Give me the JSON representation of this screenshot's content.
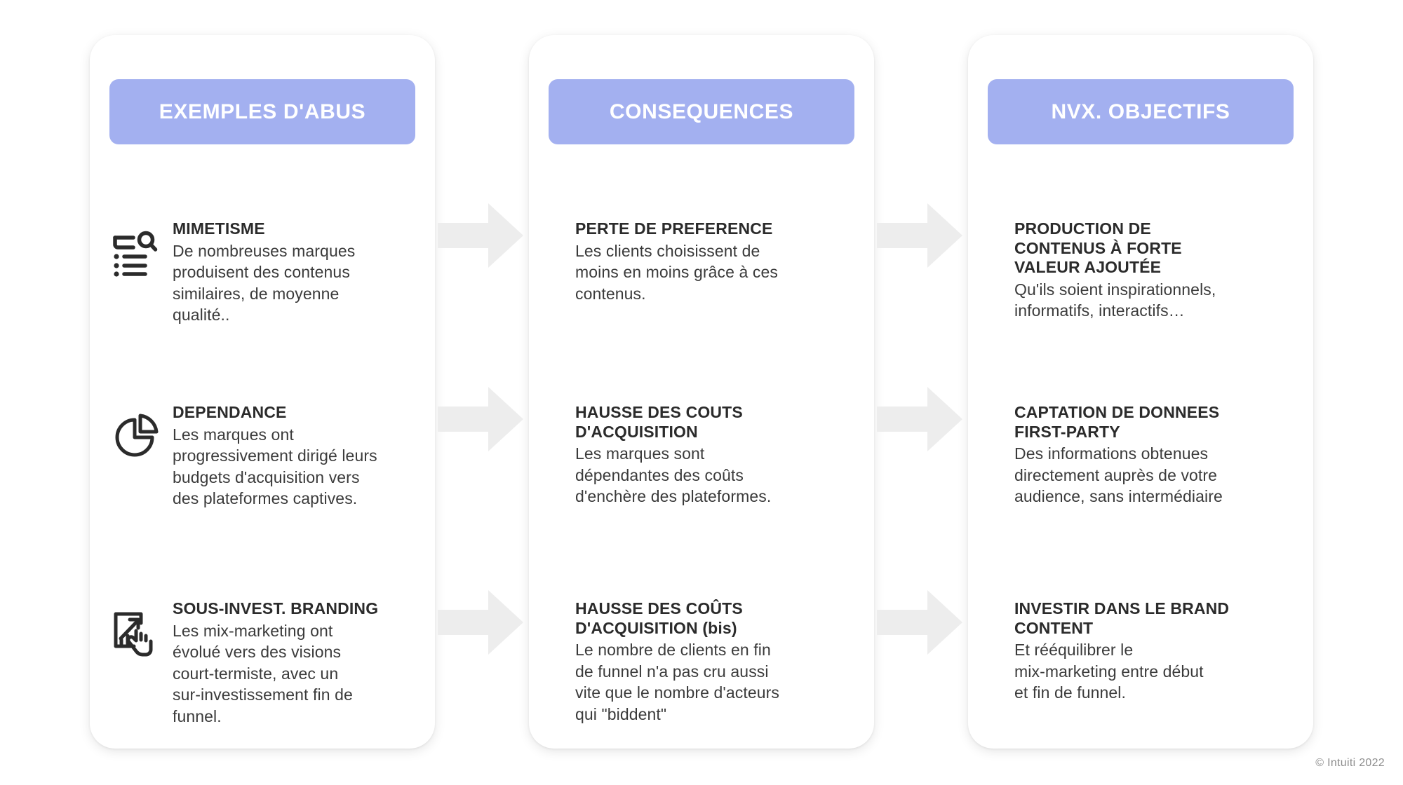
{
  "theme": {
    "page_background": "#ffffff",
    "card_background": "#ffffff",
    "header_pill_color": "#a3b0f0",
    "header_text_color": "#ffffff",
    "title_text_color": "#2b2b2b",
    "body_text_color": "#3b3b3b",
    "arrow_color": "#ededed",
    "icon_color": "#2b2b2b",
    "footer_text_color": "#8d8d8d"
  },
  "columns": [
    {
      "header": "EXEMPLES D'ABUS",
      "has_icons": true,
      "rows": [
        {
          "icon": "list-search-icon",
          "title": "MIMETISME",
          "body": "De nombreuses marques\nproduisent des contenus\nsimilaires, de moyenne\nqualité.."
        },
        {
          "icon": "pie-chart-icon",
          "title": "DEPENDANCE",
          "body": "Les marques ont\nprogressivement dirigé leurs\nbudgets d'acquisition vers\ndes plateformes captives."
        },
        {
          "icon": "growth-chart-hand-icon",
          "title": "SOUS-INVEST. BRANDING",
          "body": "Les mix-marketing ont\névolué vers des visions\ncourt-termiste, avec un\nsur-investissement fin de\nfunnel."
        }
      ]
    },
    {
      "header": "CONSEQUENCES",
      "has_icons": false,
      "rows": [
        {
          "icon": null,
          "title": "PERTE DE PREFERENCE",
          "body": "Les clients choisissent de\nmoins en moins grâce à ces\ncontenus."
        },
        {
          "icon": null,
          "title": "HAUSSE DES COUTS\nD'ACQUISITION",
          "body": "Les marques sont\ndépendantes des coûts\nd'enchère des plateformes."
        },
        {
          "icon": null,
          "title": "HAUSSE DES COÛTS\nD'ACQUISITION (bis)",
          "body": "Le nombre de clients en fin\nde funnel n'a pas cru aussi\nvite que le nombre d'acteurs\nqui \"biddent\""
        }
      ]
    },
    {
      "header": "NVX. OBJECTIFS",
      "has_icons": false,
      "rows": [
        {
          "icon": null,
          "title": "PRODUCTION DE\nCONTENUS À FORTE\nVALEUR AJOUTÉE",
          "body": "Qu'ils soient inspirationnels,\ninformatifs, interactifs…"
        },
        {
          "icon": null,
          "title": "CAPTATION DE DONNEES\nFIRST-PARTY",
          "body": "Des informations obtenues\ndirectement auprès de votre\naudience, sans intermédiaire"
        },
        {
          "icon": null,
          "title": "INVESTIR DANS LE BRAND\nCONTENT",
          "body": "Et rééquilibrer le\nmix-marketing entre début\net fin de funnel."
        }
      ]
    }
  ],
  "arrows": [
    {
      "name": "arrow-col1-to-col2-row1",
      "direction": "right"
    },
    {
      "name": "arrow-col1-to-col2-row2",
      "direction": "right"
    },
    {
      "name": "arrow-col1-to-col2-row3",
      "direction": "right"
    },
    {
      "name": "arrow-col2-to-col3-row1",
      "direction": "right"
    },
    {
      "name": "arrow-col2-to-col3-row2",
      "direction": "right"
    },
    {
      "name": "arrow-col2-to-col3-row3",
      "direction": "right"
    }
  ],
  "footer": {
    "credit": "© Intuiti 2022"
  }
}
